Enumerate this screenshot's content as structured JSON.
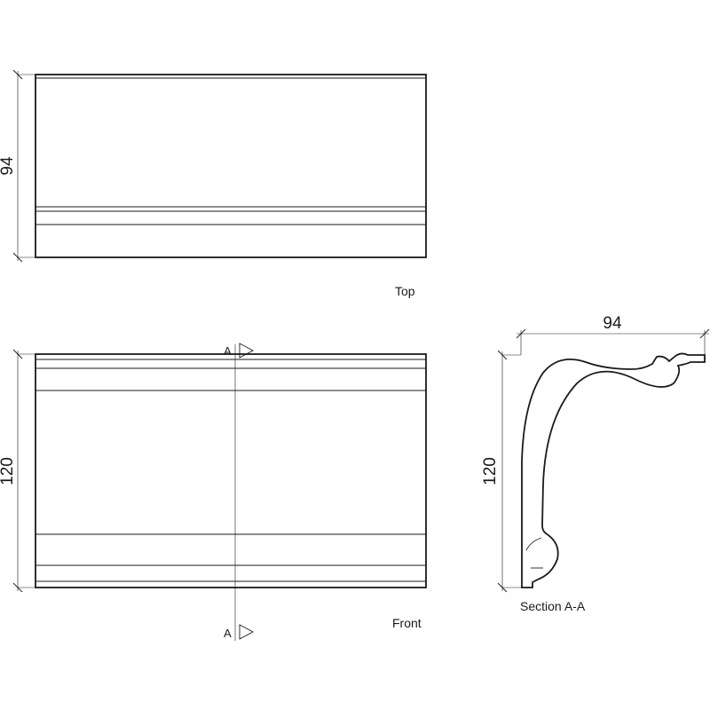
{
  "views": {
    "top": {
      "caption": "Top",
      "dimension": "94"
    },
    "front": {
      "caption": "Front",
      "dimension": "120",
      "section_marker_top": "A",
      "section_marker_bottom": "A"
    },
    "section": {
      "caption": "Section A-A",
      "dimension_width": "94",
      "dimension_height": "120"
    }
  },
  "colors": {
    "line": "#1a1a1a",
    "background": "#ffffff"
  }
}
